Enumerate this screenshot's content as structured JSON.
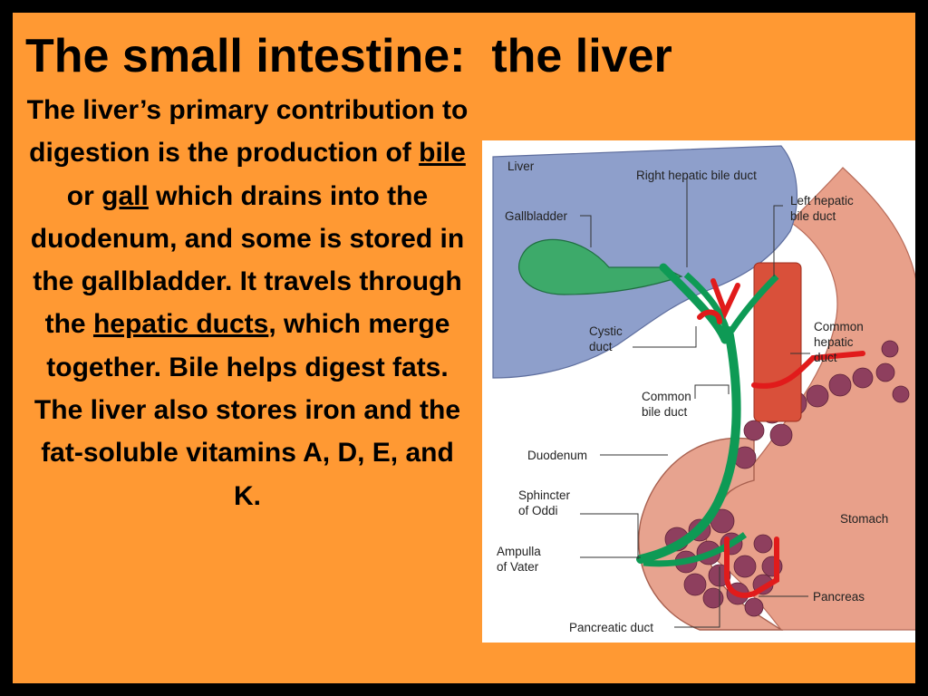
{
  "slide": {
    "title": "The small intestine:  the liver",
    "body": [
      {
        "t": "The liver’s primary contribution to digestion is the production of "
      },
      {
        "t": "bile",
        "u": true
      },
      {
        "t": " or "
      },
      {
        "t": "gall",
        "u": true
      },
      {
        "t": "  which drains into the duodenum, and some is stored in the gallbladder. It travels through the "
      },
      {
        "t": "hepatic ducts",
        "u": true
      },
      {
        "t": ", which merge together. Bile helps digest fats. The liver also stores iron and the fat-soluble vitamins A, D, E, and K."
      }
    ]
  },
  "figure": {
    "labels": {
      "liver": "Liver",
      "right_hepatic_1": "Right hepatic bile duct",
      "left_hepatic_1": "Left hepatic",
      "left_hepatic_2": "bile duct",
      "gallbladder": "Gallbladder",
      "cystic_1": "Cystic",
      "cystic_2": "duct",
      "common_hepatic_1": "Common",
      "common_hepatic_2": "hepatic",
      "common_hepatic_3": "duct",
      "common_bile_1": "Common",
      "common_bile_2": "bile duct",
      "duodenum": "Duodenum",
      "sphincter_1": "Sphincter",
      "sphincter_2": "of Oddi",
      "ampulla_1": "Ampulla",
      "ampulla_2": "of Vater",
      "stomach": "Stomach",
      "pancreas": "Pancreas",
      "pancreatic_duct": "Pancreatic duct"
    }
  }
}
